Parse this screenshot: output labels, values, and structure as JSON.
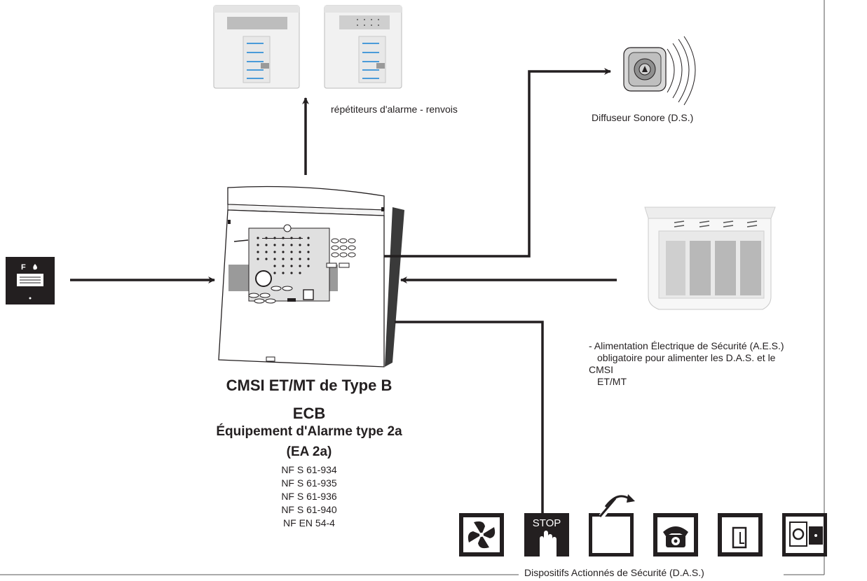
{
  "equipment": {
    "title_line1": "CMSI ET/MT de Type B",
    "title_line2": "ECB",
    "title_line3": "Équipement d'Alarme type 2a",
    "title_line4": "(EA 2a)",
    "norms": [
      "NF S 61-934",
      "NF S 61-935",
      "NF S 61-936",
      "NF S 61-940",
      "NF EN 54-4"
    ]
  },
  "labels": {
    "repeaters": "répétiteurs d'alarme - renvois",
    "sounder": "Diffuseur Sonore (D.S.)",
    "power_line1": "- Alimentation Électrique de Sécurité (A.E.S.)",
    "power_line2": "obligatoire pour alimenter les D.A.S. et le",
    "power_line3": "CMSI",
    "power_line4": "ET/MT",
    "das": "Dispositifs Actionnés de Sécurité (D.A.S.)"
  },
  "icons": {
    "manual_call_point": "manual-call-point-icon",
    "fire_letter": "F",
    "stop_label": "STOP",
    "das_devices": [
      "fan-icon",
      "stop-hand-icon",
      "smoke-vent-icon",
      "telephone-icon",
      "fire-door-icon",
      "door-holder-icon"
    ]
  }
}
